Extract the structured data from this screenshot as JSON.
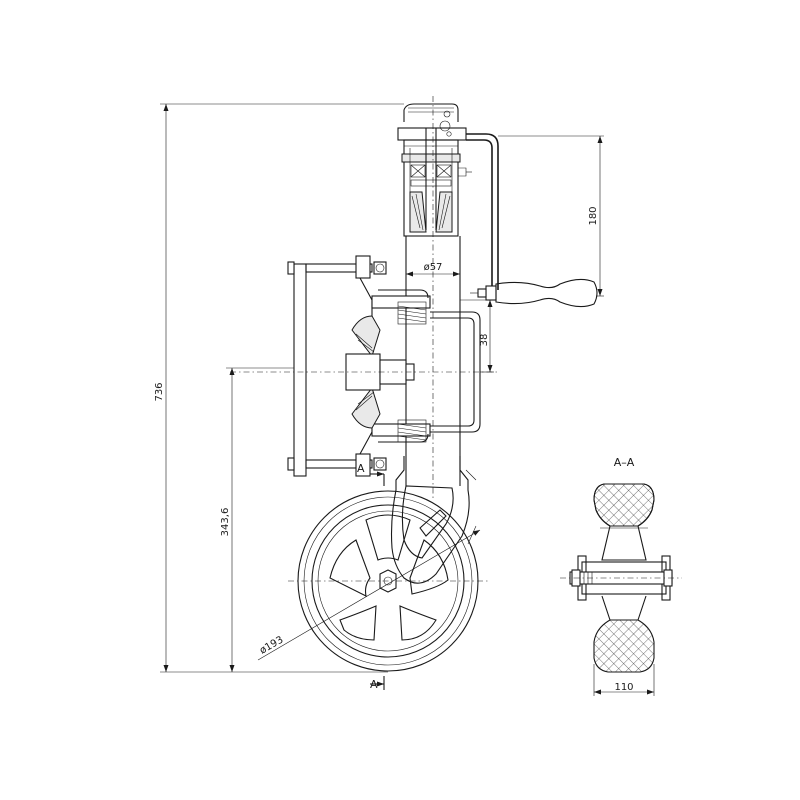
{
  "drawing": {
    "dimensions": {
      "overall_height": "736",
      "crank_height": "180",
      "tube_diameter": "ø57",
      "bracket_offset": "38",
      "axle_height": "343,6",
      "wheel_diameter": "ø193",
      "wheel_width": "110"
    },
    "section": {
      "title": "A–A",
      "marker_top": "A",
      "marker_bottom": "A"
    },
    "colors": {
      "line": "#1a1a1a",
      "background": "#ffffff"
    }
  }
}
